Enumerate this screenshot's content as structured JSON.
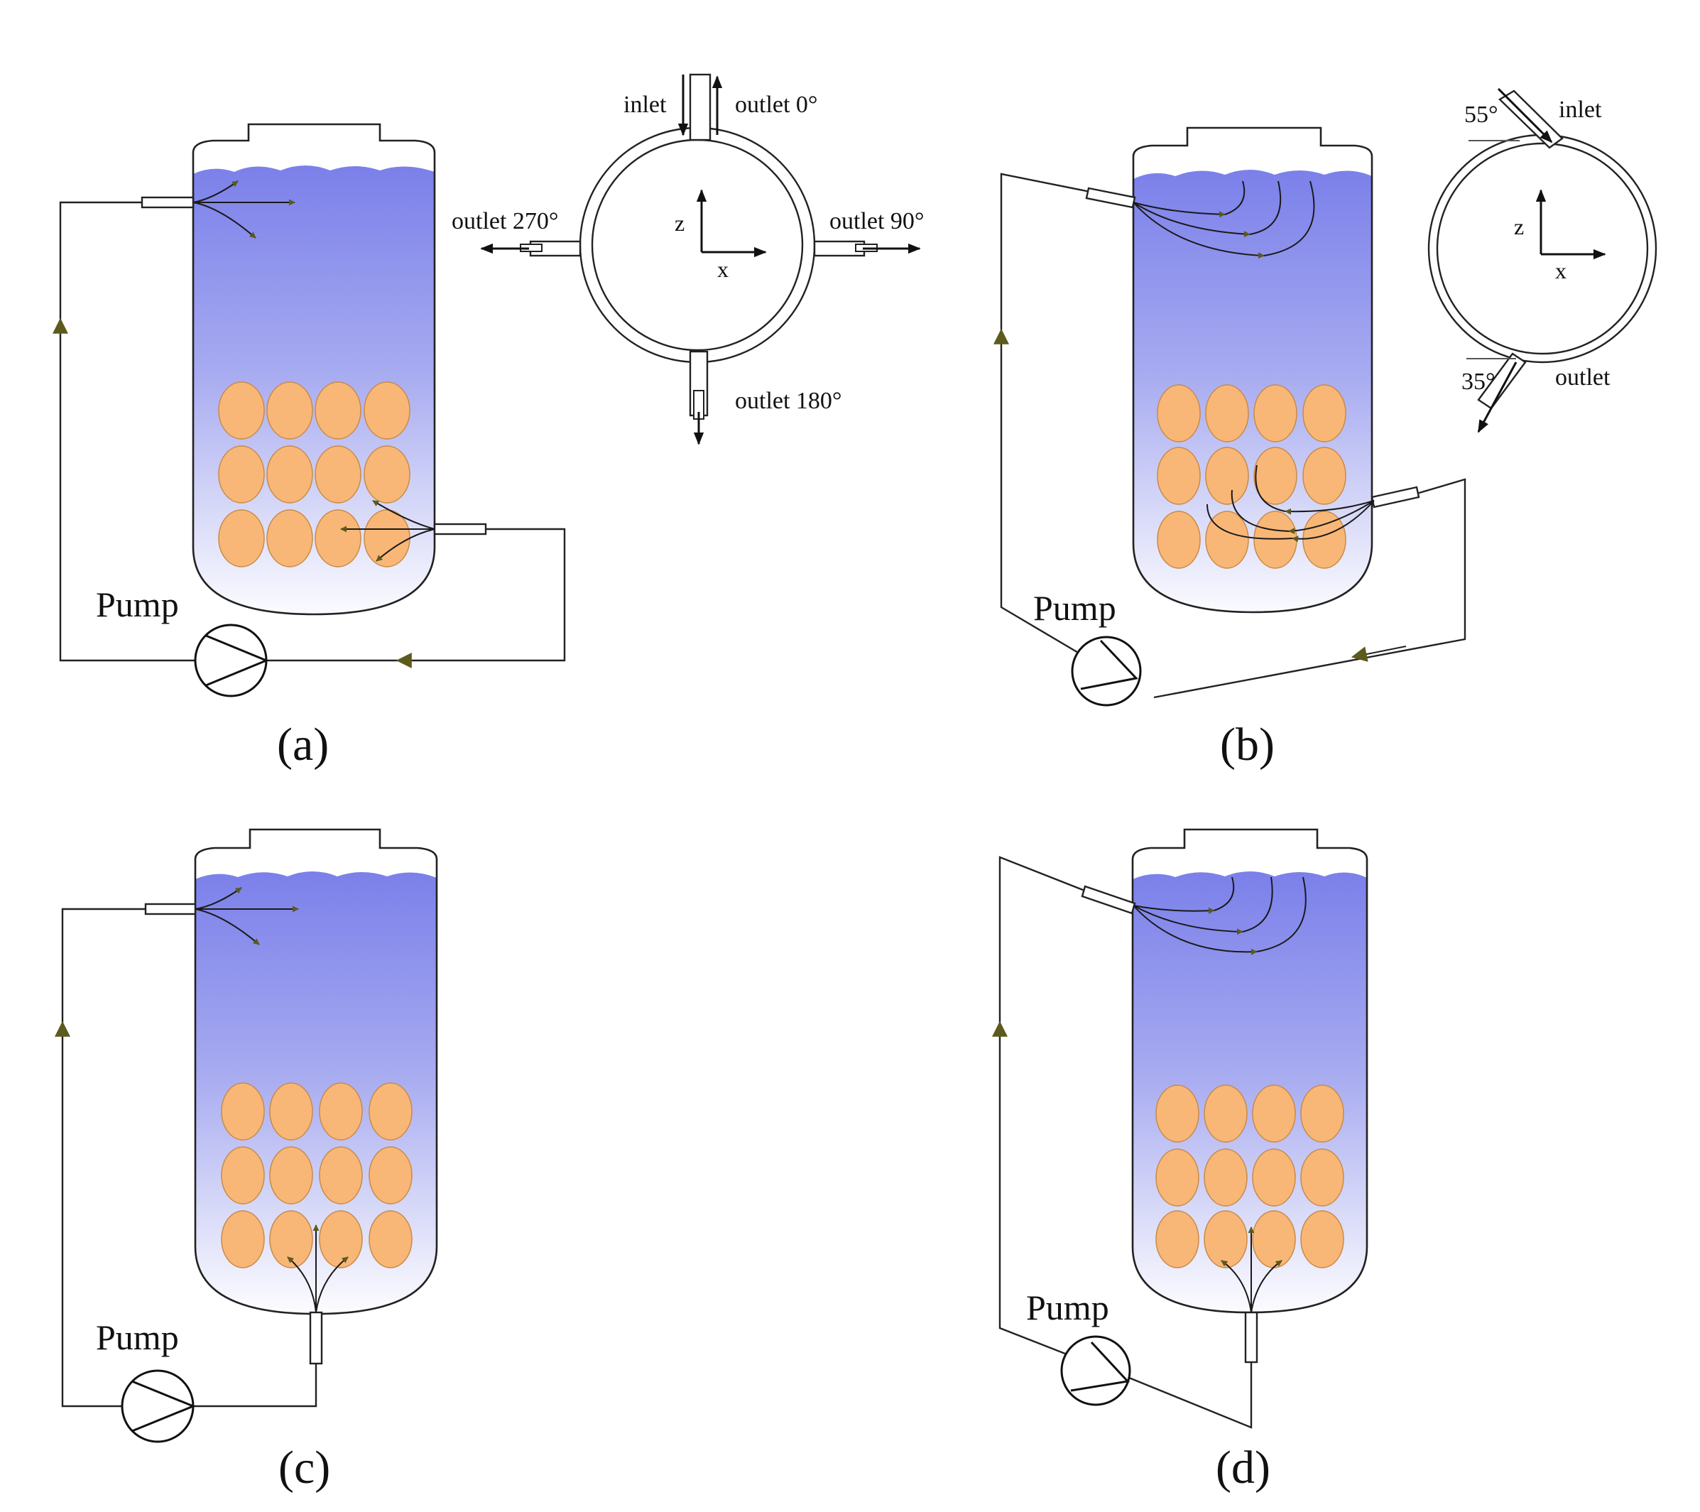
{
  "panels": [
    {
      "id": "a",
      "caption": "(a)",
      "pump_label": "Pump"
    },
    {
      "id": "b",
      "caption": "(b)",
      "pump_label": "Pump"
    },
    {
      "id": "c",
      "caption": "(c)",
      "pump_label": "Pump"
    },
    {
      "id": "d",
      "caption": "(d)",
      "pump_label": "Pump"
    }
  ],
  "inset_a": {
    "inlet": "inlet",
    "outlet_0": "outlet  0°",
    "outlet_90": "outlet 90°",
    "outlet_180": "outlet 180°",
    "outlet_270": "outlet 270°",
    "axis_z": "z",
    "axis_x": "x"
  },
  "inset_b": {
    "angle_inlet": "55°",
    "inlet": "inlet",
    "angle_outlet": "35°",
    "outlet": "outlet",
    "axis_z": "z",
    "axis_x": "x"
  },
  "colors": {
    "water_top": "#7b80ea",
    "water_bottom": "#ffffff",
    "egg_fill": "#f9b777",
    "flow_arrow": "#5c5a1c"
  }
}
